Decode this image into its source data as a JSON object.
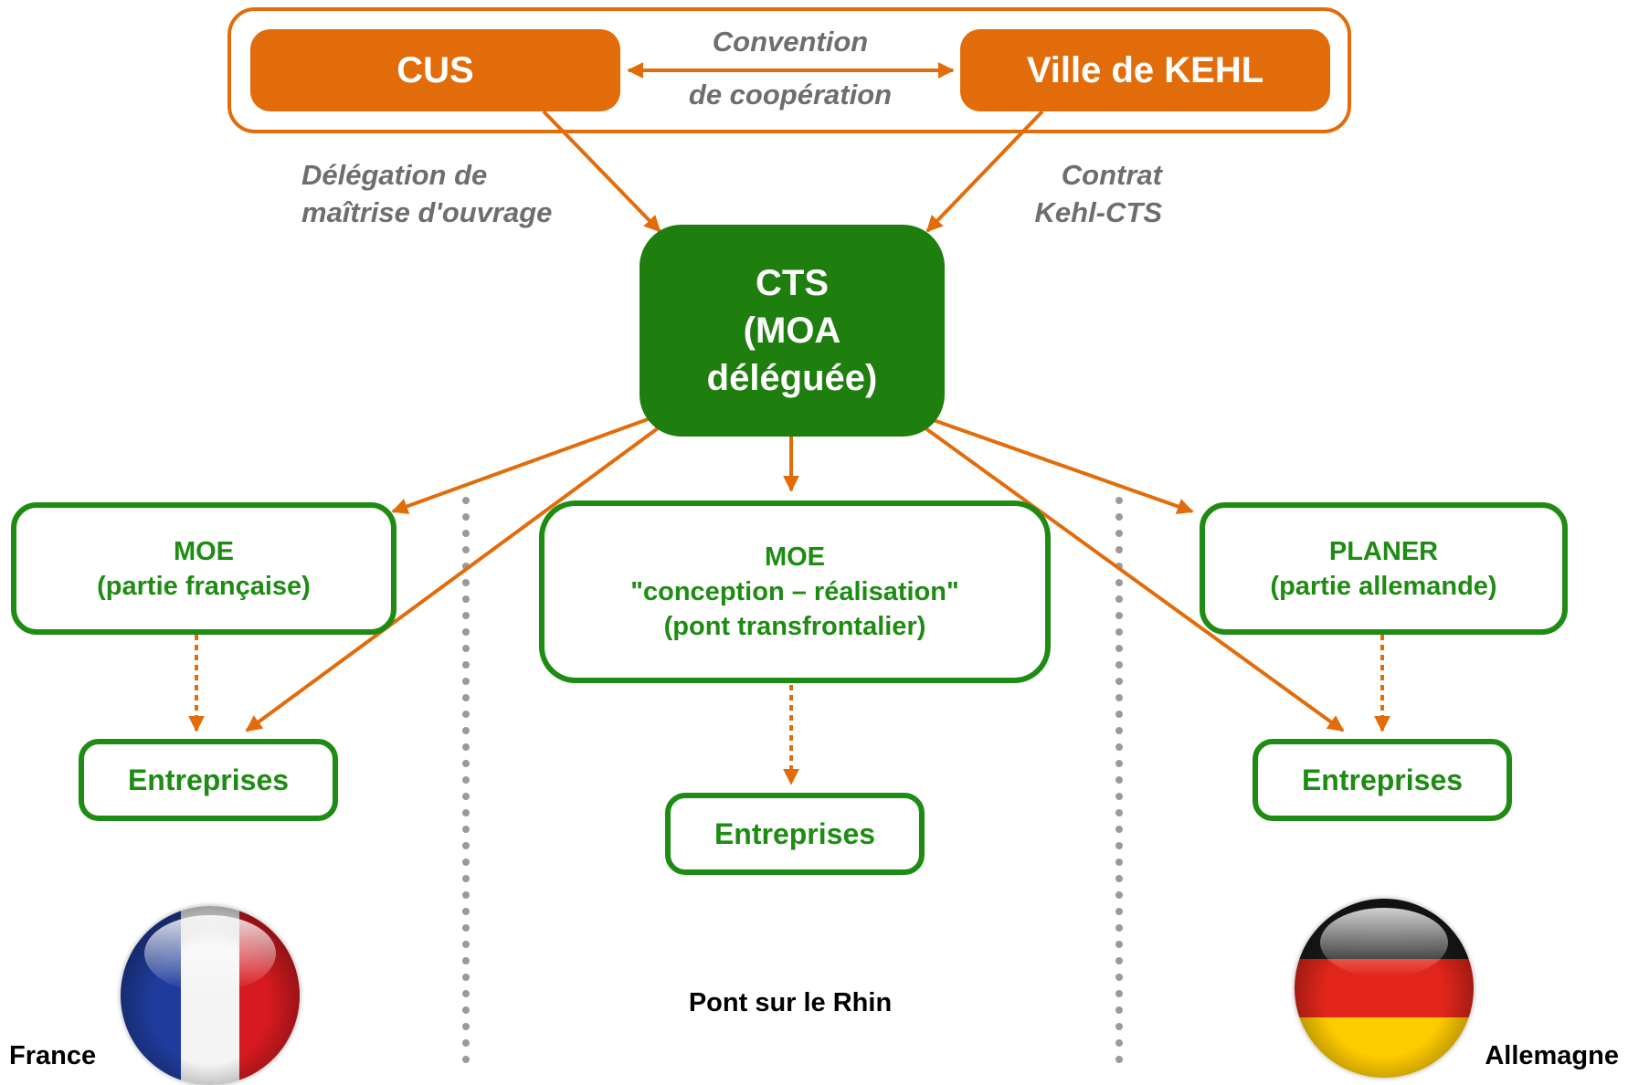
{
  "colors": {
    "orange": "#e36c0a",
    "green_fill": "#1e7e0e",
    "green_outline": "#1e8c12",
    "label_gray": "#6e6e6e",
    "divider": "#9a9a9a"
  },
  "top": {
    "cus": "CUS",
    "kehl": "Ville de KEHL",
    "convention_line1": "Convention",
    "convention_line2": "de coopération"
  },
  "links": {
    "delegation_line1": "Délégation de",
    "delegation_line2": "maîtrise d'ouvrage",
    "contrat_line1": "Contrat",
    "contrat_line2": "Kehl-CTS"
  },
  "cts": {
    "line1": "CTS",
    "line2": "(MOA",
    "line3": "déléguée)"
  },
  "moe_fr": {
    "line1": "MOE",
    "line2": "(partie française)"
  },
  "moe_center": {
    "line1": "MOE",
    "line2": "\"conception – réalisation\"",
    "line3": "(pont transfrontalier)"
  },
  "planer": {
    "line1": "PLANER",
    "line2": "(partie allemande)"
  },
  "entreprises": {
    "left": "Entreprises",
    "center": "Entreprises",
    "right": "Entreprises"
  },
  "footer": {
    "france": "France",
    "bridge": "Pont sur le Rhin",
    "allemagne": "Allemagne"
  },
  "flags": {
    "france": "france-flag-icon",
    "germany": "germany-flag-icon"
  }
}
